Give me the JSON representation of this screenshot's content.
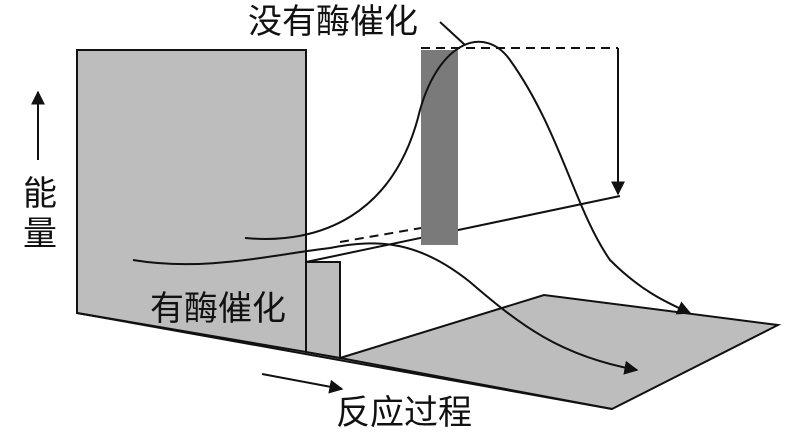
{
  "labels": {
    "without_enzyme": "没有酶催化",
    "with_enzyme": "有酶催化",
    "energy": "能量",
    "energy_line1": "能",
    "energy_line2": "量",
    "reaction_process": "反应过程"
  },
  "colors": {
    "panel_fill": "#bdbdbd",
    "bar_dark": "#7a7a7a",
    "line": "#111111",
    "background": "#ffffff"
  }
}
